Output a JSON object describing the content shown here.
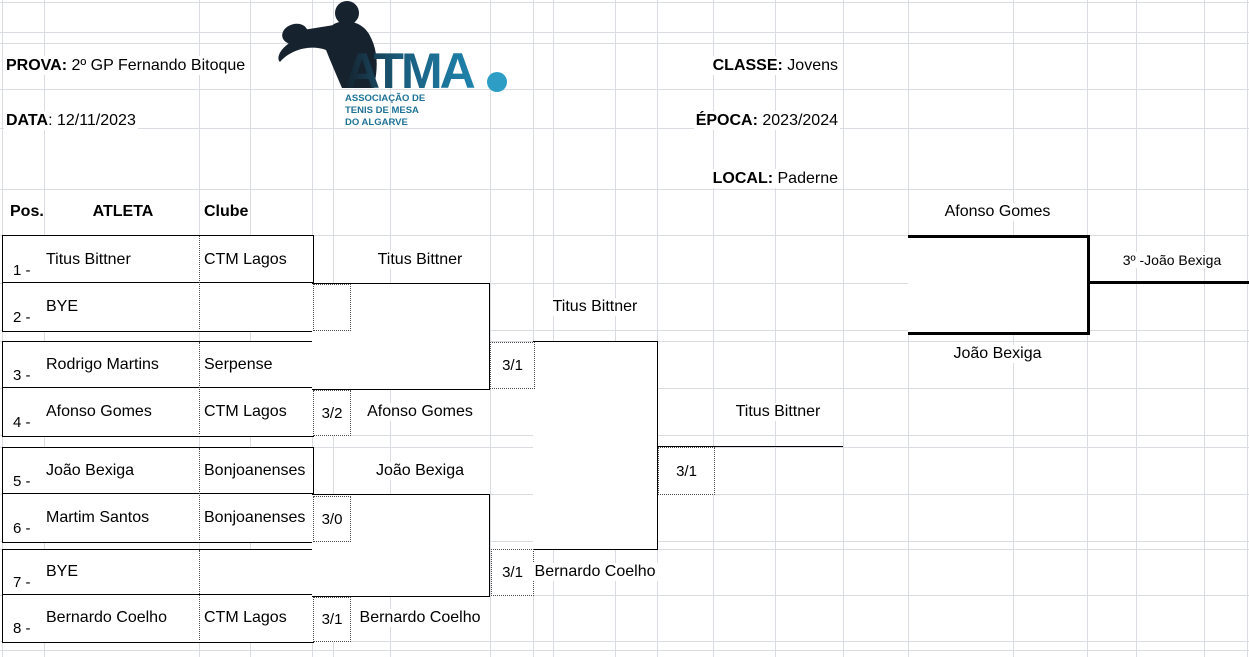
{
  "colors": {
    "grid": "#d9dce0",
    "line": "#000000"
  },
  "header": {
    "prova": {
      "label": "PROVA:",
      "value": " 2º GP Fernando Bitoque"
    },
    "data": {
      "label": "DATA",
      "value": ": 12/11/2023"
    },
    "classe": {
      "label": "CLASSE:",
      "value": " Jovens"
    },
    "epoca": {
      "label": "ÉPOCA:",
      "value": " 2023/2024"
    },
    "local": {
      "label": "LOCAL:",
      "value": " Paderne"
    }
  },
  "logo": {
    "wordmark": "ATMA",
    "subtext": [
      "ASSOCIAÇÃO DE",
      "TENIS DE MESA",
      "DO ALGARVE"
    ],
    "colors": {
      "navy": "#16222d",
      "teal_dark": "#1a5d7e",
      "teal": "#1e84ad",
      "dot": "#2d9dc6",
      "subtext": "#1f7396"
    }
  },
  "table": {
    "headers": {
      "pos": "Pos.",
      "atleta": "ATLETA",
      "clube": "Clube"
    },
    "rows": [
      {
        "pos": "1 -",
        "name": "Titus Bittner",
        "club": "CTM Lagos"
      },
      {
        "pos": "2 -",
        "name": "BYE",
        "club": ""
      },
      {
        "pos": "3 -",
        "name": "Rodrigo Martins",
        "club": "Serpense"
      },
      {
        "pos": "4 -",
        "name": "Afonso Gomes",
        "club": "CTM Lagos"
      },
      {
        "pos": "5 -",
        "name": "João Bexiga",
        "club": "Bonjoanenses"
      },
      {
        "pos": "6 -",
        "name": "Martim Santos",
        "club": "Bonjoanenses"
      },
      {
        "pos": "7 -",
        "name": "BYE",
        "club": ""
      },
      {
        "pos": "8 -",
        "name": "Bernardo Coelho",
        "club": "CTM Lagos"
      }
    ]
  },
  "bracket": {
    "round1": [
      {
        "winner": "Titus Bittner",
        "score": ""
      },
      {
        "winner": "Afonso Gomes",
        "score": "3/2"
      },
      {
        "winner": "João Bexiga",
        "score": "3/0"
      },
      {
        "winner": "Bernardo Coelho",
        "score": "3/1"
      }
    ],
    "semifinals": [
      {
        "winner": "Titus Bittner",
        "score": "3/1"
      },
      {
        "winner": "Bernardo Coelho",
        "score": "3/1"
      }
    ],
    "final": {
      "winner": "Titus Bittner",
      "score": "3/1"
    },
    "third_place": {
      "player_top": "Afonso Gomes",
      "player_bottom": "João Bexiga",
      "result": "3º -João Bexiga"
    }
  }
}
